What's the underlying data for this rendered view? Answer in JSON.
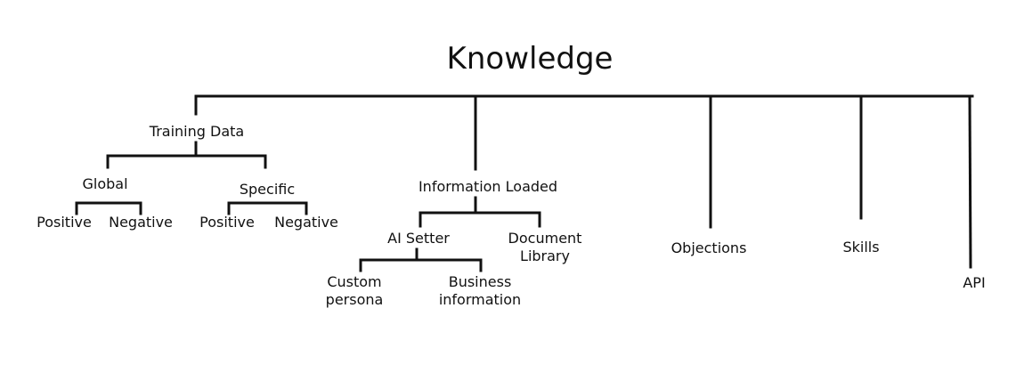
{
  "title": "Knowledge",
  "nodes": {
    "training_data": "Training Data",
    "global": "Global",
    "global_positive": "Positive",
    "global_negative": "Negative",
    "specific": "Specific",
    "specific_positive": "Positive",
    "specific_negative": "Negative",
    "information_loaded": "Information Loaded",
    "ai_setter": "AI Setter",
    "document_library": "Document\nLibrary",
    "custom_persona": "Custom\npersona",
    "business_information": "Business\ninformation",
    "objections": "Objections",
    "skills": "Skills",
    "api": "API"
  },
  "colors": {
    "line": "#111111",
    "text": "#111111",
    "background": "#ffffff"
  }
}
